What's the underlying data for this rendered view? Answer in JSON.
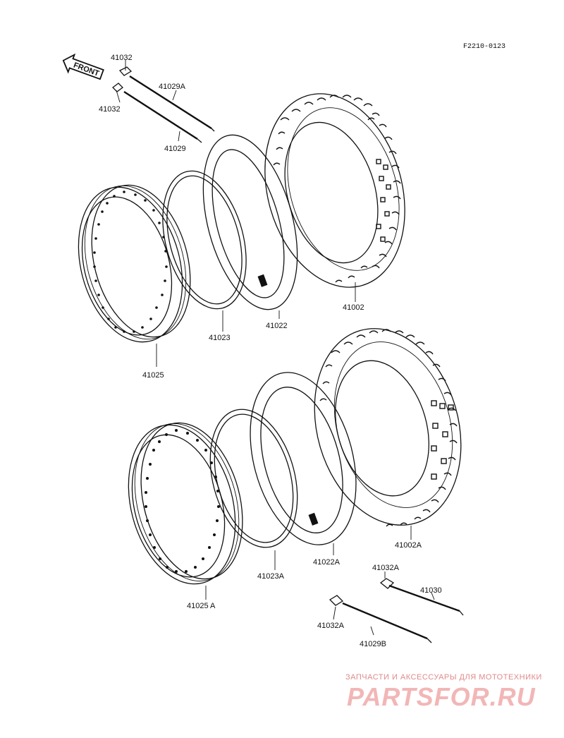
{
  "ref_code": "F2210-0123",
  "front_label": "FRONT",
  "labels": {
    "p41032_top": "41032",
    "p41029A": "41029A",
    "p41032_mid": "41032",
    "p41029": "41029",
    "p41002": "41002",
    "p41022": "41022",
    "p41023": "41023",
    "p41025": "41025",
    "p41002A": "41002A",
    "p41022A": "41022A",
    "p41023A": "41023A",
    "p41025A": "41025 A",
    "p41032A_top": "41032A",
    "p41030": "41030",
    "p41032A_bot": "41032A",
    "p41029B": "41029B"
  },
  "watermark": {
    "tagline": "ЗАПЧАСТИ И АКСЕССУАРЫ ДЛЯ МОТОТЕХНИКИ",
    "brand": "PARTSFOR.RU"
  },
  "colors": {
    "line": "#111111",
    "background": "#ffffff",
    "watermark_small": "#e08a8a",
    "watermark_big": "#f2b6b6"
  }
}
